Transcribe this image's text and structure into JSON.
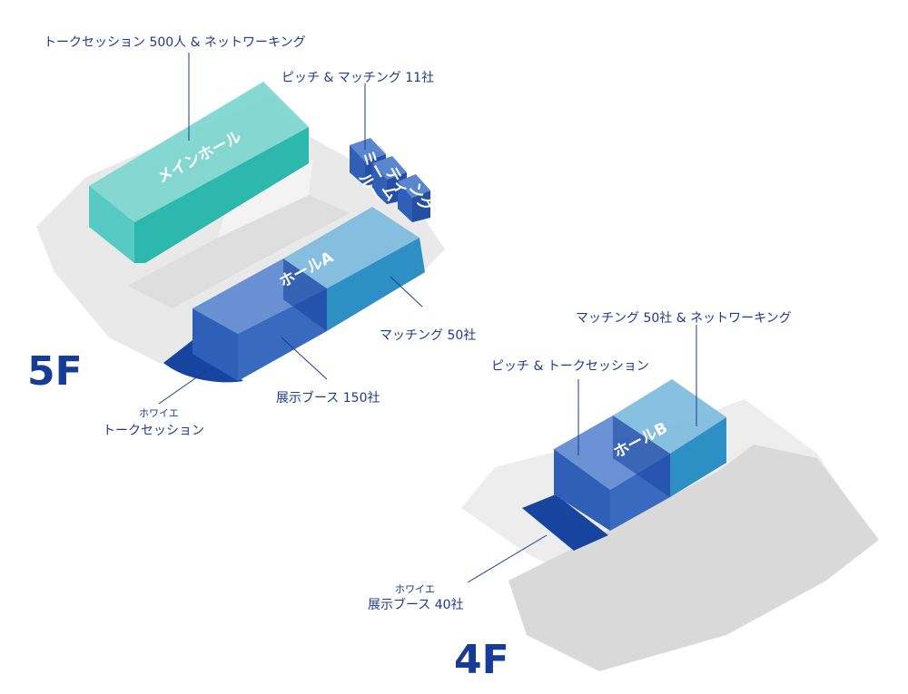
{
  "floors": {
    "f5": {
      "label": "5F",
      "rooms": {
        "main_hall": "メインホール",
        "hall_a": "ホールA",
        "meeting_room_col1": "ミー",
        "meeting_room_col1b": "ルー",
        "meeting_room_col2": "ティ",
        "meeting_room_col2b": "ム",
        "meeting_room_col3": "ング"
      },
      "callouts": {
        "main_hall": "トークセッション 500人 & ネットワーキング",
        "meeting_rooms": "ピッチ & マッチング 11社",
        "matching": "マッチング 50社",
        "booths": "展示ブース 150社",
        "foyer_title": "ホワイエ",
        "foyer_desc": "トークセッション"
      }
    },
    "f4": {
      "label": "4F",
      "rooms": {
        "hall_b": "ホールB"
      },
      "callouts": {
        "matching": "マッチング 50社 & ネットワーキング",
        "pitch": "ピッチ & トークセッション",
        "foyer_title": "ホワイエ",
        "foyer_desc": "展示ブース 40社"
      }
    }
  },
  "colors": {
    "teal": "#33bfb6",
    "blue": "#2f5fb7",
    "light_blue": "#3ea0cf",
    "navy": "#16449e",
    "floor_gray": "#e6e6e6",
    "label": "#1f3a8f"
  }
}
